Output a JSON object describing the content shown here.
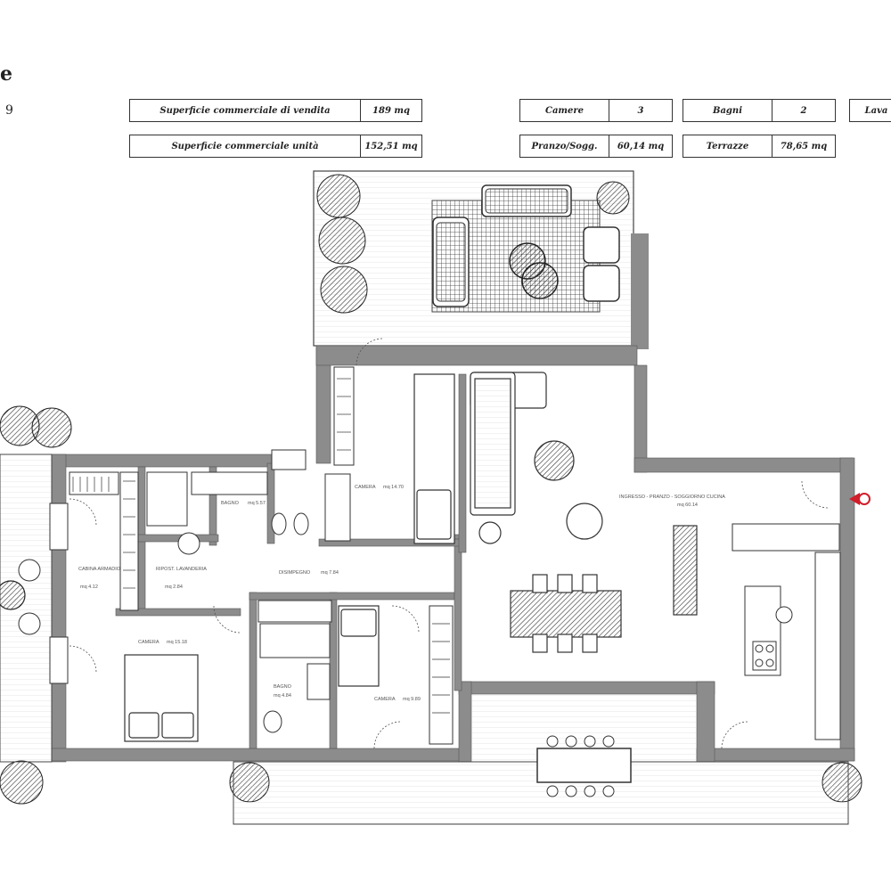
{
  "header": {
    "title_fragment": "e",
    "number_fragment": "9"
  },
  "summary": {
    "superficie_vendita": {
      "label": "Superficie commerciale di vendita",
      "value": "189 mq"
    },
    "superficie_unita": {
      "label": "Superficie commerciale unità",
      "value": "152,51 mq"
    },
    "camere": {
      "label": "Camere",
      "value": "3"
    },
    "bagni": {
      "label": "Bagni",
      "value": "2"
    },
    "lavanderia": {
      "label": "Lava"
    },
    "pranzo": {
      "label": "Pranzo/Sogg.",
      "value": "60,14 mq"
    },
    "terrazze": {
      "label": "Terrazze",
      "value": "78,65 mq"
    }
  },
  "rooms": {
    "cabina": {
      "name": "CABINA ARMADIO",
      "area": "mq 4.12"
    },
    "ripost": {
      "name": "RIPOST. LAVANDERIA",
      "area": "mq 2.84"
    },
    "bagno1": {
      "name": "BAGNO",
      "area": "mq 5.57"
    },
    "camera1": {
      "name": "CAMERA",
      "area": "mq 14.70"
    },
    "disimpegno": {
      "name": "DISIMPEGNO",
      "area": "mq 7.84"
    },
    "camera_master": {
      "name": "CAMERA",
      "area": "mq 15.18"
    },
    "bagno2": {
      "name": "BAGNO",
      "area": "mq 4.84"
    },
    "camera2": {
      "name": "CAMERA",
      "area": "mq 9.89"
    },
    "soggiorno": {
      "name": "INGRESSO - PRANZO - SOGGIORNO CUCINA",
      "area": "mq 60.14"
    }
  },
  "colors": {
    "wall": "#8c8c8c",
    "wall_dark": "#666666",
    "line": "#444444",
    "entrance_marker": "#d01e2a"
  },
  "icons": [
    "plant-icon",
    "entrance-marker-icon",
    "bed-icon",
    "sofa-icon",
    "table-icon"
  ]
}
